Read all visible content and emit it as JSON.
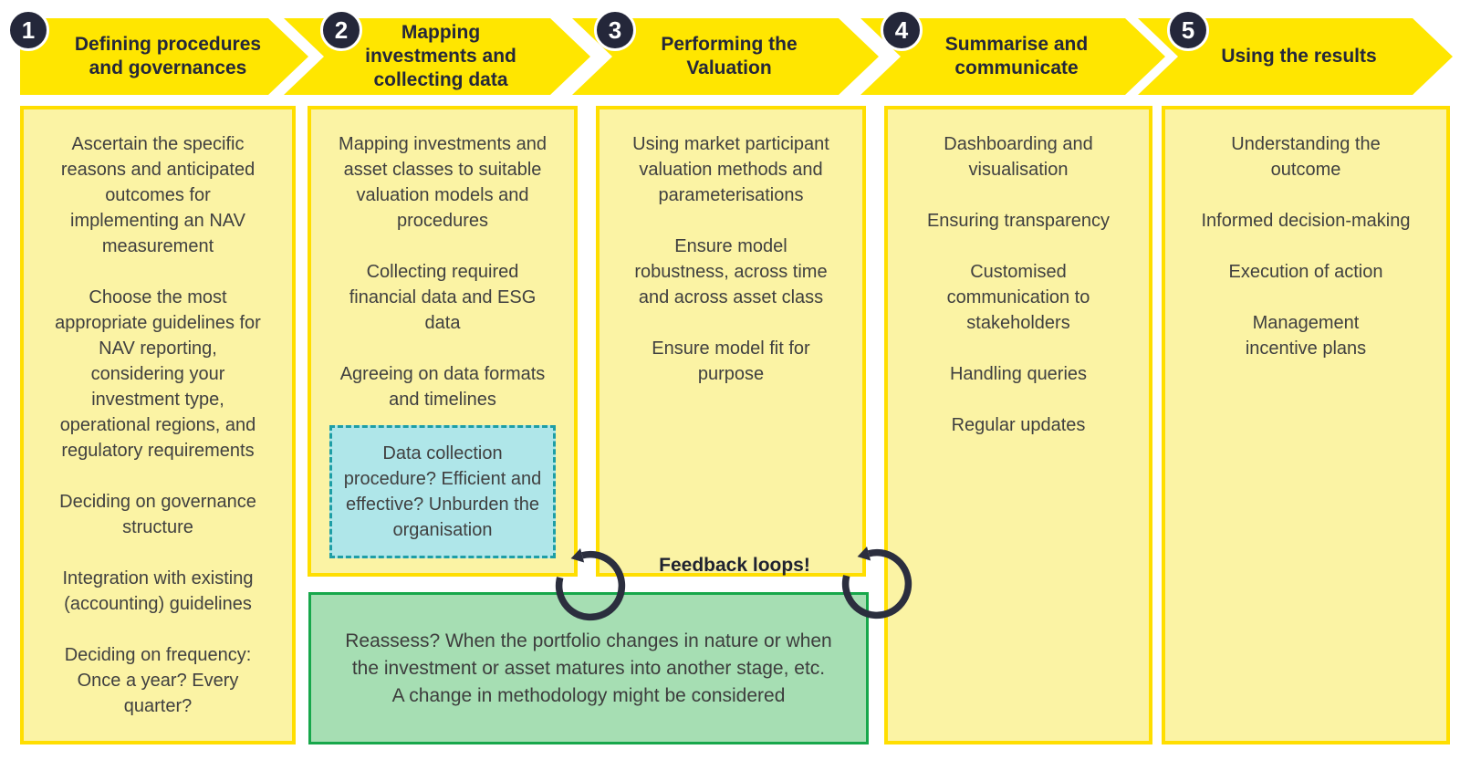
{
  "colors": {
    "brand_yellow": "#FFE600",
    "panel_fill": "#FBF3A4",
    "panel_border": "#FFDE00",
    "ink_dark": "#24273A",
    "body_text": "#404040",
    "teal_fill": "#AFE6E9",
    "teal_border": "#1E9EA6",
    "green_fill": "#A6DEB3",
    "green_border": "#17A74B"
  },
  "steps": [
    {
      "number": "1",
      "title": "Defining procedures\nand governances",
      "items": [
        "Ascertain the specific\nreasons and anticipated\noutcomes for\nimplementing an NAV\nmeasurement",
        "Choose the most\nappropriate guidelines for\nNAV reporting,\nconsidering your\ninvestment type,\noperational regions, and\nregulatory requirements",
        "Deciding on governance\nstructure",
        "Integration with existing\n(accounting) guidelines",
        "Deciding on frequency:\nOnce a year? Every\nquarter?"
      ]
    },
    {
      "number": "2",
      "title": "Mapping\ninvestments and\ncollecting data",
      "items": [
        "Mapping investments and\nasset classes to suitable\nvaluation models and\nprocedures",
        "Collecting required\nfinancial data and ESG\ndata",
        "Agreeing on data formats\nand timelines"
      ],
      "highlight": "Data collection\nprocedure? Efficient and\neffective? Unburden the\norganisation"
    },
    {
      "number": "3",
      "title": "Performing the\nValuation",
      "items": [
        "Using market participant\nvaluation methods and\nparameterisations",
        "Ensure model\nrobustness, across time\nand across asset class",
        "Ensure model fit for\npurpose"
      ]
    },
    {
      "number": "4",
      "title": "Summarise and\ncommunicate",
      "items": [
        "Dashboarding and\nvisualisation",
        "Ensuring transparency",
        "Customised\ncommunication to\nstakeholders",
        "Handling queries",
        "Regular updates"
      ]
    },
    {
      "number": "5",
      "title": "Using the results",
      "items": [
        "Understanding the\noutcome",
        "Informed decision-making",
        "Execution of action",
        "Management\nincentive plans"
      ]
    }
  ],
  "feedback_label": "Feedback loops!",
  "reassess_note": "Reassess? When the portfolio changes in nature or when\nthe investment or asset matures into another stage, etc.\nA change in methodology might be considered"
}
